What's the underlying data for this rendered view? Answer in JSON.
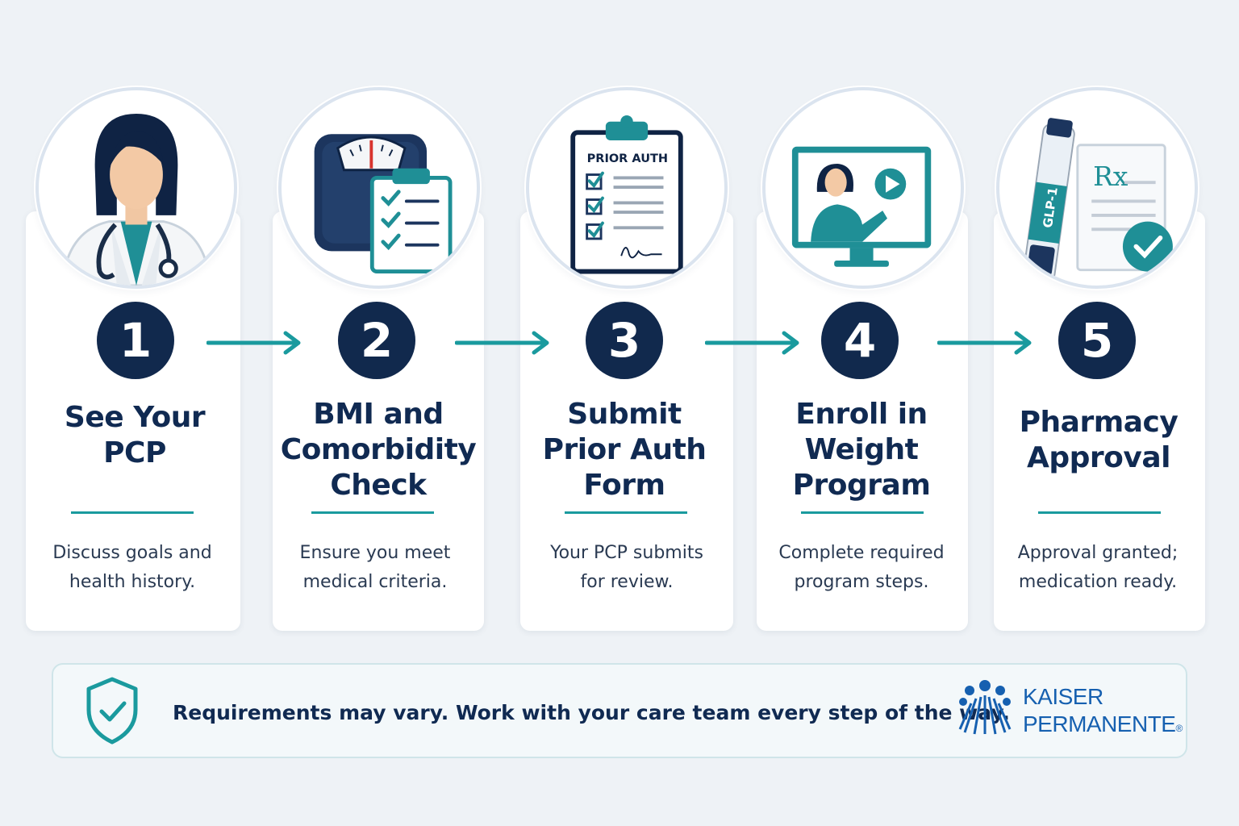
{
  "steps": [
    {
      "number": "1",
      "title": "See Your\nPCP",
      "description": "Discuss goals and\nhealth history.",
      "icon": "doctor-icon"
    },
    {
      "number": "2",
      "title": "BMI and\nComorbidity\nCheck",
      "description": "Ensure you meet\nmedical criteria.",
      "icon": "scale-checklist-icon"
    },
    {
      "number": "3",
      "title": "Submit\nPrior Auth\nForm",
      "description": "Your PCP submits\nfor review.",
      "icon": "prior-auth-clipboard-icon",
      "clipboard_label": "PRIOR AUTH"
    },
    {
      "number": "4",
      "title": "Enroll in\nWeight\nProgram",
      "description": "Complete required\nprogram steps.",
      "icon": "video-program-icon"
    },
    {
      "number": "5",
      "title": "Pharmacy\nApproval",
      "description": "Approval granted;\nmedication ready.",
      "icon": "medication-pen-icon",
      "pen_label": "GLP-1",
      "rx_label": "Rx"
    }
  ],
  "footer": {
    "message": "Requirements may vary. Work with your care team every step of the way.",
    "icon": "shield-check-icon"
  },
  "logo": {
    "line1": "KAISER",
    "line2": "PERMANENTE",
    "mark": "®"
  },
  "colors": {
    "navy": "#11294d",
    "teal": "#1a9a9e",
    "background": "#eef2f6",
    "logo_blue": "#1660b0"
  }
}
